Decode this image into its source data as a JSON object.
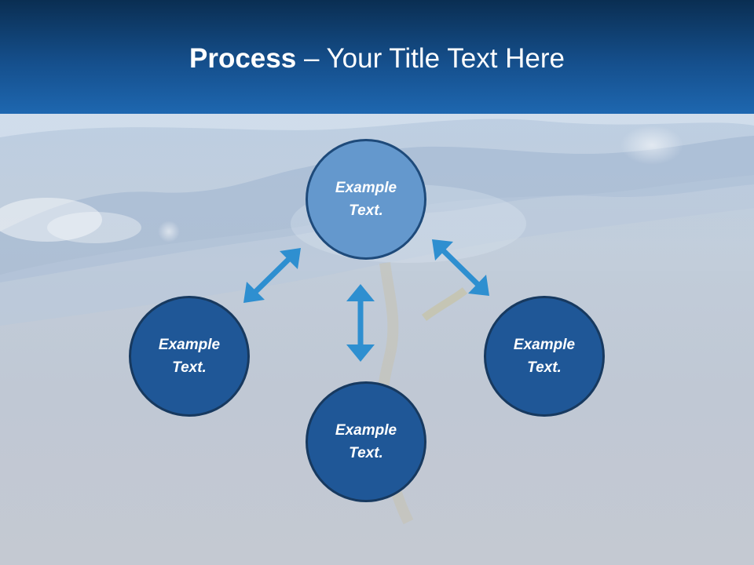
{
  "slide": {
    "title_bold": "Process",
    "title_rest": " – Your Title Text Here"
  },
  "nodes": {
    "top": "Example Text.",
    "left": "Example Text.",
    "right": "Example Text.",
    "bottom": "Example Text."
  },
  "colors": {
    "header_dark": "#0a2e52",
    "header_light": "#1e67b0",
    "node_dark": "#1f5797",
    "node_light": "#6498cd",
    "arrow": "#2e8fd0"
  }
}
